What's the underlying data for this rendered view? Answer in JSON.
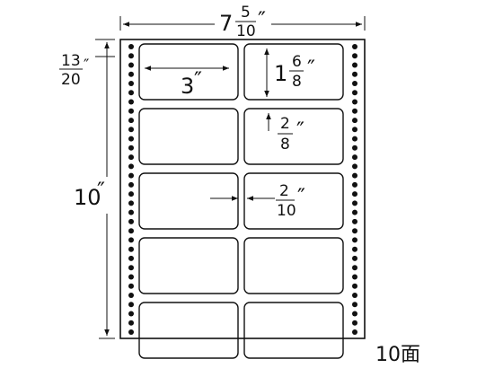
{
  "sheet": {
    "width": {
      "whole": "7",
      "num": "5",
      "den": "10",
      "unit": "″"
    },
    "height": {
      "whole": "10",
      "unit": "″"
    },
    "top_margin": {
      "num": "13",
      "den": "20",
      "unit": "″"
    }
  },
  "label": {
    "width": {
      "whole": "3",
      "unit": "″"
    },
    "height": {
      "whole": "1",
      "num": "6",
      "den": "8",
      "unit": "″"
    },
    "row_gap": {
      "num": "2",
      "den": "8",
      "unit": "″"
    },
    "col_gap": {
      "num": "2",
      "den": "10",
      "unit": "″"
    }
  },
  "count_label": "10面",
  "layout": {
    "columns": 2,
    "rows": 5
  }
}
